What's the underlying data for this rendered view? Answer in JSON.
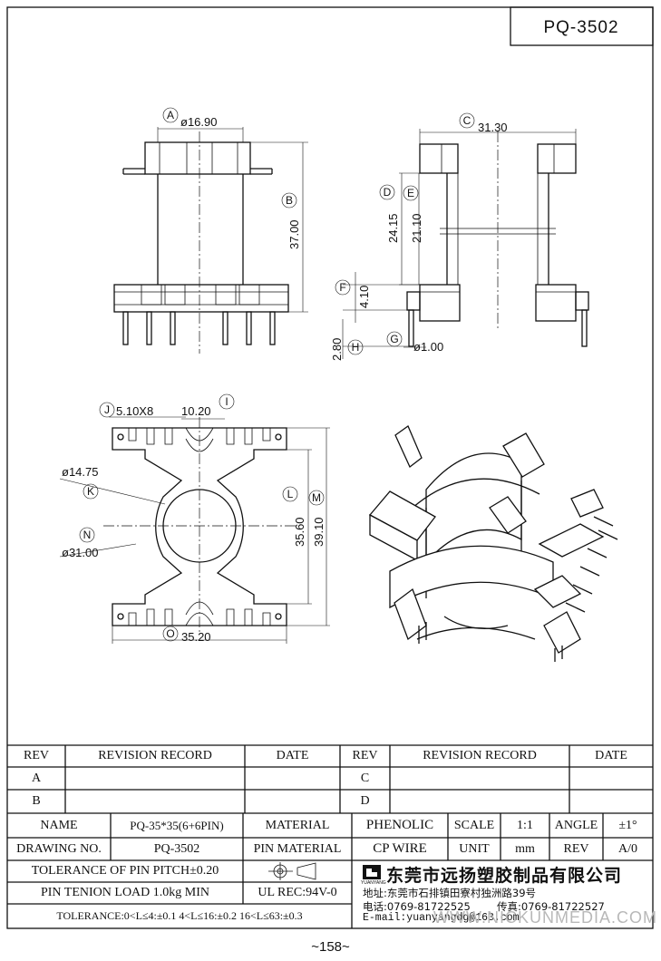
{
  "drawing_id": "PQ-3502",
  "page_number": "~158~",
  "dimensions": {
    "a_dia": "ø16.90",
    "b_height": "37.00",
    "c_width": "31.30",
    "d_height": "24.15",
    "e_height": "21.10",
    "f_height": "4.10",
    "h_height": "2.80",
    "g_pin": "ø1.00",
    "j_slot": "5.10X8",
    "i_width": "10.20",
    "k_dia": "ø14.75",
    "l_height": "35.60",
    "m_height": "39.10",
    "n_dia": "ø31.00",
    "o_width": "35.20"
  },
  "markers": {
    "a": "A",
    "b": "B",
    "c": "C",
    "d": "D",
    "e": "E",
    "f": "F",
    "g": "G",
    "h": "H",
    "i": "I",
    "j": "J",
    "k": "K",
    "l": "L",
    "m": "M",
    "n": "N",
    "o": "O"
  },
  "revision_table": {
    "rev_header": "REV",
    "record_header": "REVISION RECORD",
    "date_header": "DATE",
    "rows_left": [
      "A",
      "B"
    ],
    "rows_right": [
      "C",
      "D"
    ]
  },
  "title_block": {
    "name_label": "NAME",
    "name_value": "PQ-35*35(6+6PIN)",
    "material_label": "MATERIAL",
    "material_value": "PHENOLIC",
    "scale_label": "SCALE",
    "scale_value": "1:1",
    "angle_label": "ANGLE",
    "angle_value": "±1°",
    "drawing_no_label": "DRAWING NO.",
    "drawing_no_value": "PQ-3502",
    "pin_material_label": "PIN MATERIAL",
    "pin_material_value": "CP WIRE",
    "unit_label": "UNIT",
    "unit_value": "mm",
    "rev_label": "REV",
    "rev_value": "A/0",
    "tolerance_pitch": "TOLERANCE OF PIN PITCH±0.20",
    "pin_tension": "PIN TENION LOAD 1.0kg MIN",
    "ul_rec": "UL REC:94V-0",
    "tolerance": "TOLERANCE:0<L≤4:±0.1  4<L≤16:±0.2  16<L≤63:±0.3",
    "company_name": "东莞市远扬塑胶制品有限公司",
    "logo_text": "YUANYANG",
    "address": "地址:东莞市石排镇田寮村独洲路39号",
    "phone": "电话:0769-81722525",
    "fax": "传真:0769-81722527",
    "email": "E-mail:yuanyangdg@163.com",
    "watermark": "WWW.NICKUNMEDIA.COM"
  }
}
